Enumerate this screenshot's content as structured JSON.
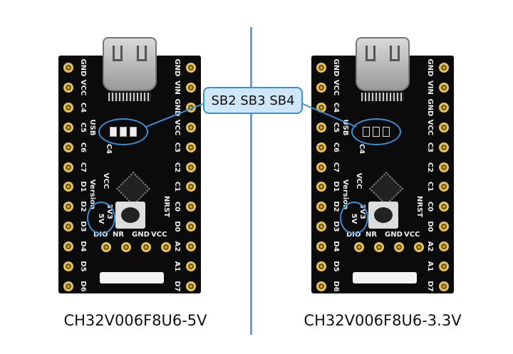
{
  "callout": {
    "text": "SB2 SB3 SB4",
    "color": "#3d8fd6"
  },
  "left_board": {
    "caption": "CH32V006F8U6-5V",
    "jumper_label": "5V"
  },
  "right_board": {
    "caption": "CH32V006F8U6-3.3V",
    "jumper_label": "3V3"
  },
  "silkscreen": {
    "left_pins": [
      "GND",
      "VCC",
      "C4",
      "C5",
      "C6",
      "C7",
      "D1",
      "D2",
      "D3",
      "D4",
      "D5",
      "D6"
    ],
    "right_pins": [
      "GND",
      "VIN",
      "GND",
      "VCC",
      "C3",
      "C2",
      "C1",
      "C0",
      "D0",
      "A2",
      "A1",
      "D7"
    ],
    "bottom_pins": [
      "DIO",
      "NR",
      "GND",
      "VCC"
    ],
    "usb": "USB",
    "c4": "C4",
    "vcc": "VCC",
    "version": "Version",
    "v33": "3V3",
    "v5": "5V",
    "nrst": "NRST"
  }
}
